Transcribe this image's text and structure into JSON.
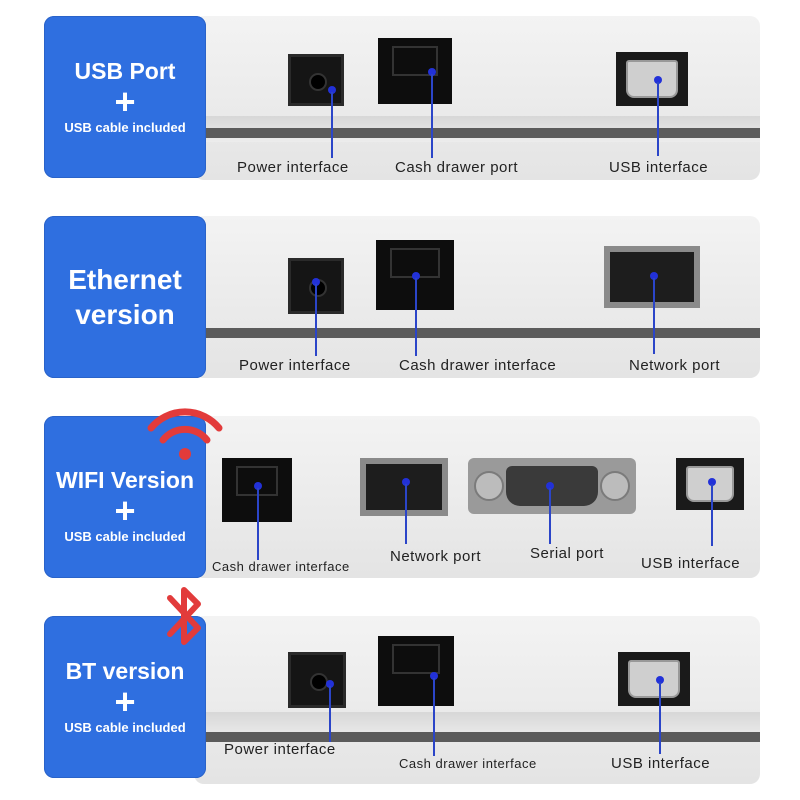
{
  "panels": [
    {
      "title": "USB Port",
      "plus": "+",
      "subtitle": "USB cable included",
      "labels": [
        "Power interface",
        "Cash drawer port",
        "USB interface"
      ]
    },
    {
      "title_line1": "Ethernet",
      "title_line2": "version",
      "labels": [
        "Power interface",
        "Cash drawer interface",
        "Network port"
      ]
    },
    {
      "title": "WIFI Version",
      "plus": "+",
      "subtitle": "USB cable included",
      "labels": [
        "Cash drawer interface",
        "Network port",
        "Serial port",
        "USB interface"
      ]
    },
    {
      "title": "BT version",
      "plus": "+",
      "subtitle": "USB cable included",
      "labels": [
        "Power interface",
        "Cash drawer interface",
        "USB interface"
      ]
    }
  ],
  "colors": {
    "badge": "#2f6fe0",
    "pointer": "#2b45c8",
    "icon_red": "#e23b3b"
  },
  "icons": [
    "wifi-icon",
    "bluetooth-icon"
  ]
}
